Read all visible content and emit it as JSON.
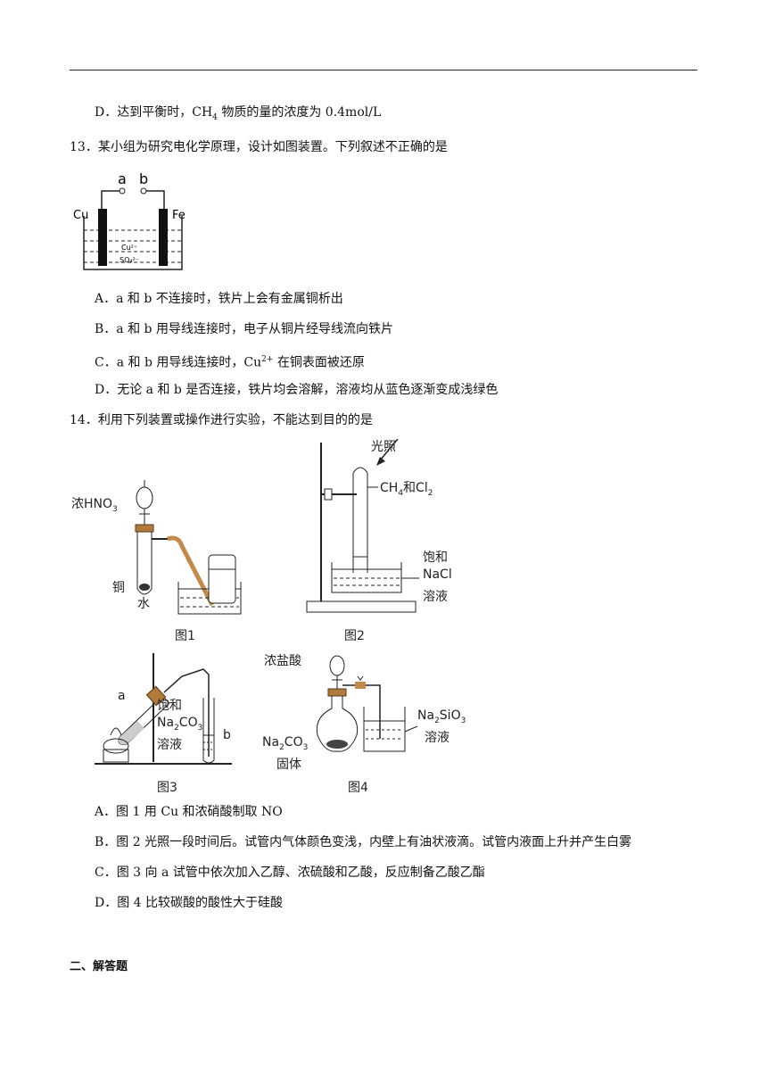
{
  "q12_tail": {
    "optD": {
      "prefix": "D．达到平衡时，",
      "formula": "CH",
      "sub": "4",
      "suffix": " 物质的量的浓度为 0.4mol/L"
    }
  },
  "q13": {
    "stem": "13．某小组为研究电化学原理，设计如图装置。下列叙述不正确的是",
    "figure": {
      "label_a": "a",
      "label_b": "b",
      "left_electrode": "Cu",
      "right_electrode": "Fe",
      "ion1": "Cu²⁺",
      "ion2": "SO₄²⁻"
    },
    "optA": "A．a 和 b 不连接时，铁片上会有金属铜析出",
    "optB": "B．a 和 b 用导线连接时，电子从铜片经导线流向铁片",
    "optC": {
      "prefix": "C．a 和 b 用导线连接时，",
      "ion": "Cu",
      "sup": "2+",
      "suffix": " 在铜表面被还原"
    },
    "optD": "D．无论 a 和 b 是否连接，铁片均会溶解，溶液均从蓝色逐渐变成浅绿色"
  },
  "q14": {
    "stem": "14．利用下列装置或操作进行实验，不能达到目的的是",
    "fig1": {
      "acid": "浓HNO",
      "acid_sub": "3",
      "metal": "铜",
      "water": "水",
      "caption": "图1"
    },
    "fig2": {
      "light": "光照",
      "gas_a": "CH",
      "gas_a_sub": "4",
      "gas_join": "和Cl",
      "gas_b_sub": "2",
      "sol1": "饱和",
      "sol2": "NaCl",
      "sol3": "溶液",
      "caption": "图2"
    },
    "fig3": {
      "tube_a": "a",
      "sol1": "饱和",
      "sol2a": "Na",
      "sol2a_sub": "2",
      "sol2b": "CO",
      "sol2b_sub": "3",
      "sol3": "溶液",
      "tube_b": "b",
      "caption": "图3"
    },
    "fig4": {
      "acid": "浓盐酸",
      "beaker_a": "Na",
      "beaker_a_sub": "2",
      "beaker_b": "SiO",
      "beaker_b_sub": "3",
      "beaker_c": "溶液",
      "solid_a": "Na",
      "solid_a_sub": "2",
      "solid_b": "CO",
      "solid_b_sub": "3",
      "solid_c": "固体",
      "caption": "图4"
    },
    "optA": "A．图 1 用 Cu 和浓硝酸制取 NO",
    "optB": "B．图 2 光照一段时间后。试管内气体颜色变浅，内壁上有油状液滴。试管内液面上升并产生白雾",
    "optC": "C．图 3 向 a 试管中依次加入乙醇、浓硫酸和乙酸，反应制备乙酸乙酯",
    "optD": "D．图 4 比较碳酸的酸性大于硅酸"
  },
  "section2": "二、解答题"
}
